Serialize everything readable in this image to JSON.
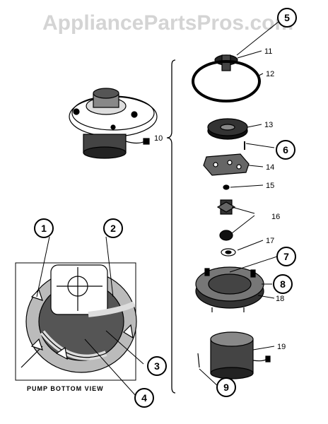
{
  "watermark": "AppliancePartsPros.com",
  "caption": "PUMP BOTTOM VIEW",
  "callouts": {
    "c1": "1",
    "c2": "2",
    "c3": "3",
    "c4": "4",
    "c5": "5",
    "c6": "6",
    "c7": "7",
    "c8": "8",
    "c9": "9"
  },
  "labels": {
    "l10": "10",
    "l11": "11",
    "l12": "12",
    "l13": "13",
    "l14": "14",
    "l15": "15",
    "l16": "16",
    "l17": "17",
    "l18": "18",
    "l19": "19"
  }
}
